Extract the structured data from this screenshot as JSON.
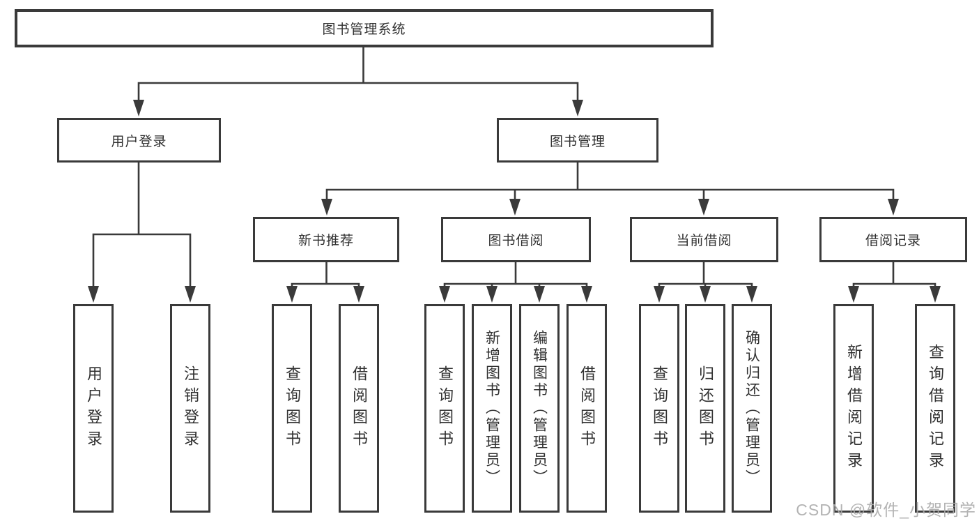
{
  "diagram": {
    "root": {
      "label": "图书管理系统"
    },
    "level2": [
      {
        "label": "用户登录"
      },
      {
        "label": "图书管理"
      }
    ],
    "level3": [
      {
        "label": "新书推荐"
      },
      {
        "label": "图书借阅"
      },
      {
        "label": "当前借阅"
      },
      {
        "label": "借阅记录"
      }
    ],
    "level4": {
      "user_login": [
        {
          "label": "用户登录"
        },
        {
          "label": "注销登录"
        }
      ],
      "new_books": [
        {
          "label": "查询图书"
        },
        {
          "label": "借阅图书"
        }
      ],
      "book_borrow": [
        {
          "label": "查询图书"
        },
        {
          "label": "新增图书（管理员）"
        },
        {
          "label": "编辑图书（管理员）"
        },
        {
          "label": "借阅图书"
        }
      ],
      "current_borrow": [
        {
          "label": "查询图书"
        },
        {
          "label": "归还图书"
        },
        {
          "label": "确认归还（管理员）"
        }
      ],
      "borrow_records": [
        {
          "label": "新增借阅记录"
        },
        {
          "label": "查询借阅记录"
        }
      ]
    }
  },
  "watermark": {
    "text": "CSDN @软件_小贺同学"
  },
  "colors": {
    "line": "#3a3a3a",
    "text": "#303030",
    "bg": "#ffffff",
    "wm": "#ababab"
  }
}
